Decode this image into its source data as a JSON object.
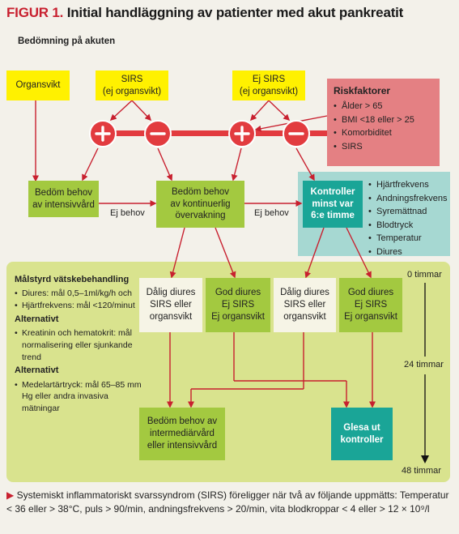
{
  "header": {
    "tag": "FIGUR 1.",
    "title": "Initial handläggning av patienter med akut pankreatit"
  },
  "subtitle": "Bedömning på akuten",
  "top_boxes": {
    "organsvikt": "Organsvikt",
    "sirs_line1": "SIRS",
    "sirs_line2": "(ej organsvikt)",
    "ej_sirs_line1": "Ej SIRS",
    "ej_sirs_line2": "(ej organsvikt)"
  },
  "riskfaktorer": {
    "title": "Riskfaktorer",
    "items": [
      "Ålder > 65",
      "BMI <18 eller > 25",
      "Komorbiditet",
      "SIRS"
    ]
  },
  "circles": [
    "plus",
    "minus",
    "plus",
    "minus"
  ],
  "mid_boxes": {
    "intensive_line1": "Bedöm behov",
    "intensive_line2": "av intensivvård",
    "continuous_line1": "Bedöm behov",
    "continuous_line2": "av kontinuerlig",
    "continuous_line3": "övervakning",
    "controls_line1": "Kontroller",
    "controls_line2": "minst var",
    "controls_line3": "6:e timme"
  },
  "edge_labels": {
    "ej_behov_1": "Ej behov",
    "ej_behov_2": "Ej behov"
  },
  "vitals": [
    "Hjärtfrekvens",
    "Andningsfrekvens",
    "Syremättnad",
    "Blodtryck",
    "Temperatur",
    "Diures"
  ],
  "left_panel": {
    "heading": "Målstyrd vätskebehandling",
    "items1": [
      "Diures: mål 0,5–1ml/kg/h och",
      "Hjärtfrekvens: mål <120/minut"
    ],
    "alt1": "Alternativt",
    "items2": [
      "Kreatinin och hematokrit: mål normalisering eller sjunkande trend"
    ],
    "alt2": "Alternativt",
    "items3": [
      "Medelartärtryck: mål 65–85 mm Hg eller andra invasiva mätningar"
    ]
  },
  "outcome_boxes": [
    {
      "line1": "Dålig diures",
      "line2": "SIRS eller",
      "line3": "organsvikt"
    },
    {
      "line1": "God diures",
      "line2": "Ej SIRS",
      "line3": "Ej organsvikt"
    },
    {
      "line1": "Dålig diures",
      "line2": "SIRS eller",
      "line3": "organsvikt"
    },
    {
      "line1": "God diures",
      "line2": "Ej SIRS",
      "line3": "Ej organsvikt"
    }
  ],
  "bottom_boxes": {
    "intermediate_line1": "Bedöm behov av",
    "intermediate_line2": "intermediärvård",
    "intermediate_line3": "eller intensivvård",
    "sparse_line1": "Glesa ut",
    "sparse_line2": "kontroller"
  },
  "timeline": {
    "t0": "0 timmar",
    "t24": "24 timmar",
    "t48": "48 timmar"
  },
  "footnote": {
    "marker": "▶",
    "text": "Systemiskt inflammatoriskt svarssyndrom (SIRS) föreligger när två av följande uppmätts: Temperatur < 36 eller > 38°C, puls > 90/min, andningsfrekvens > 20/min, vita blodkroppar < 4 eller > 12 × 10⁹/l"
  },
  "colors": {
    "title_tag": "#c8202f",
    "yellow": "#fff100",
    "green": "#a3c940",
    "teal": "#1aa597",
    "light_teal": "#a6d8d2",
    "risk": "#e48083",
    "arrow": "#c8202f",
    "circle": "#e23b3f",
    "green_area": "#d9e38e"
  }
}
